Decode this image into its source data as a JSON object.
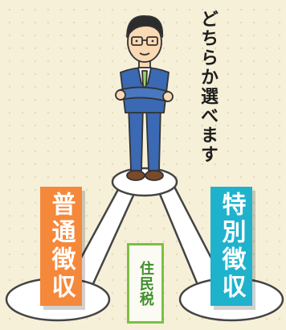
{
  "caption": "どちらか選べます",
  "options": [
    {
      "label": "普通徴収",
      "color": "#f5883a"
    },
    {
      "label": "特別徴収",
      "color": "#1fb2cc"
    }
  ],
  "tax_tag": {
    "label": "住民税",
    "color": "#7cc043"
  },
  "colors": {
    "background": "#f7f0d9",
    "suit": "#3b69b3",
    "tie": "#9fd26a"
  }
}
